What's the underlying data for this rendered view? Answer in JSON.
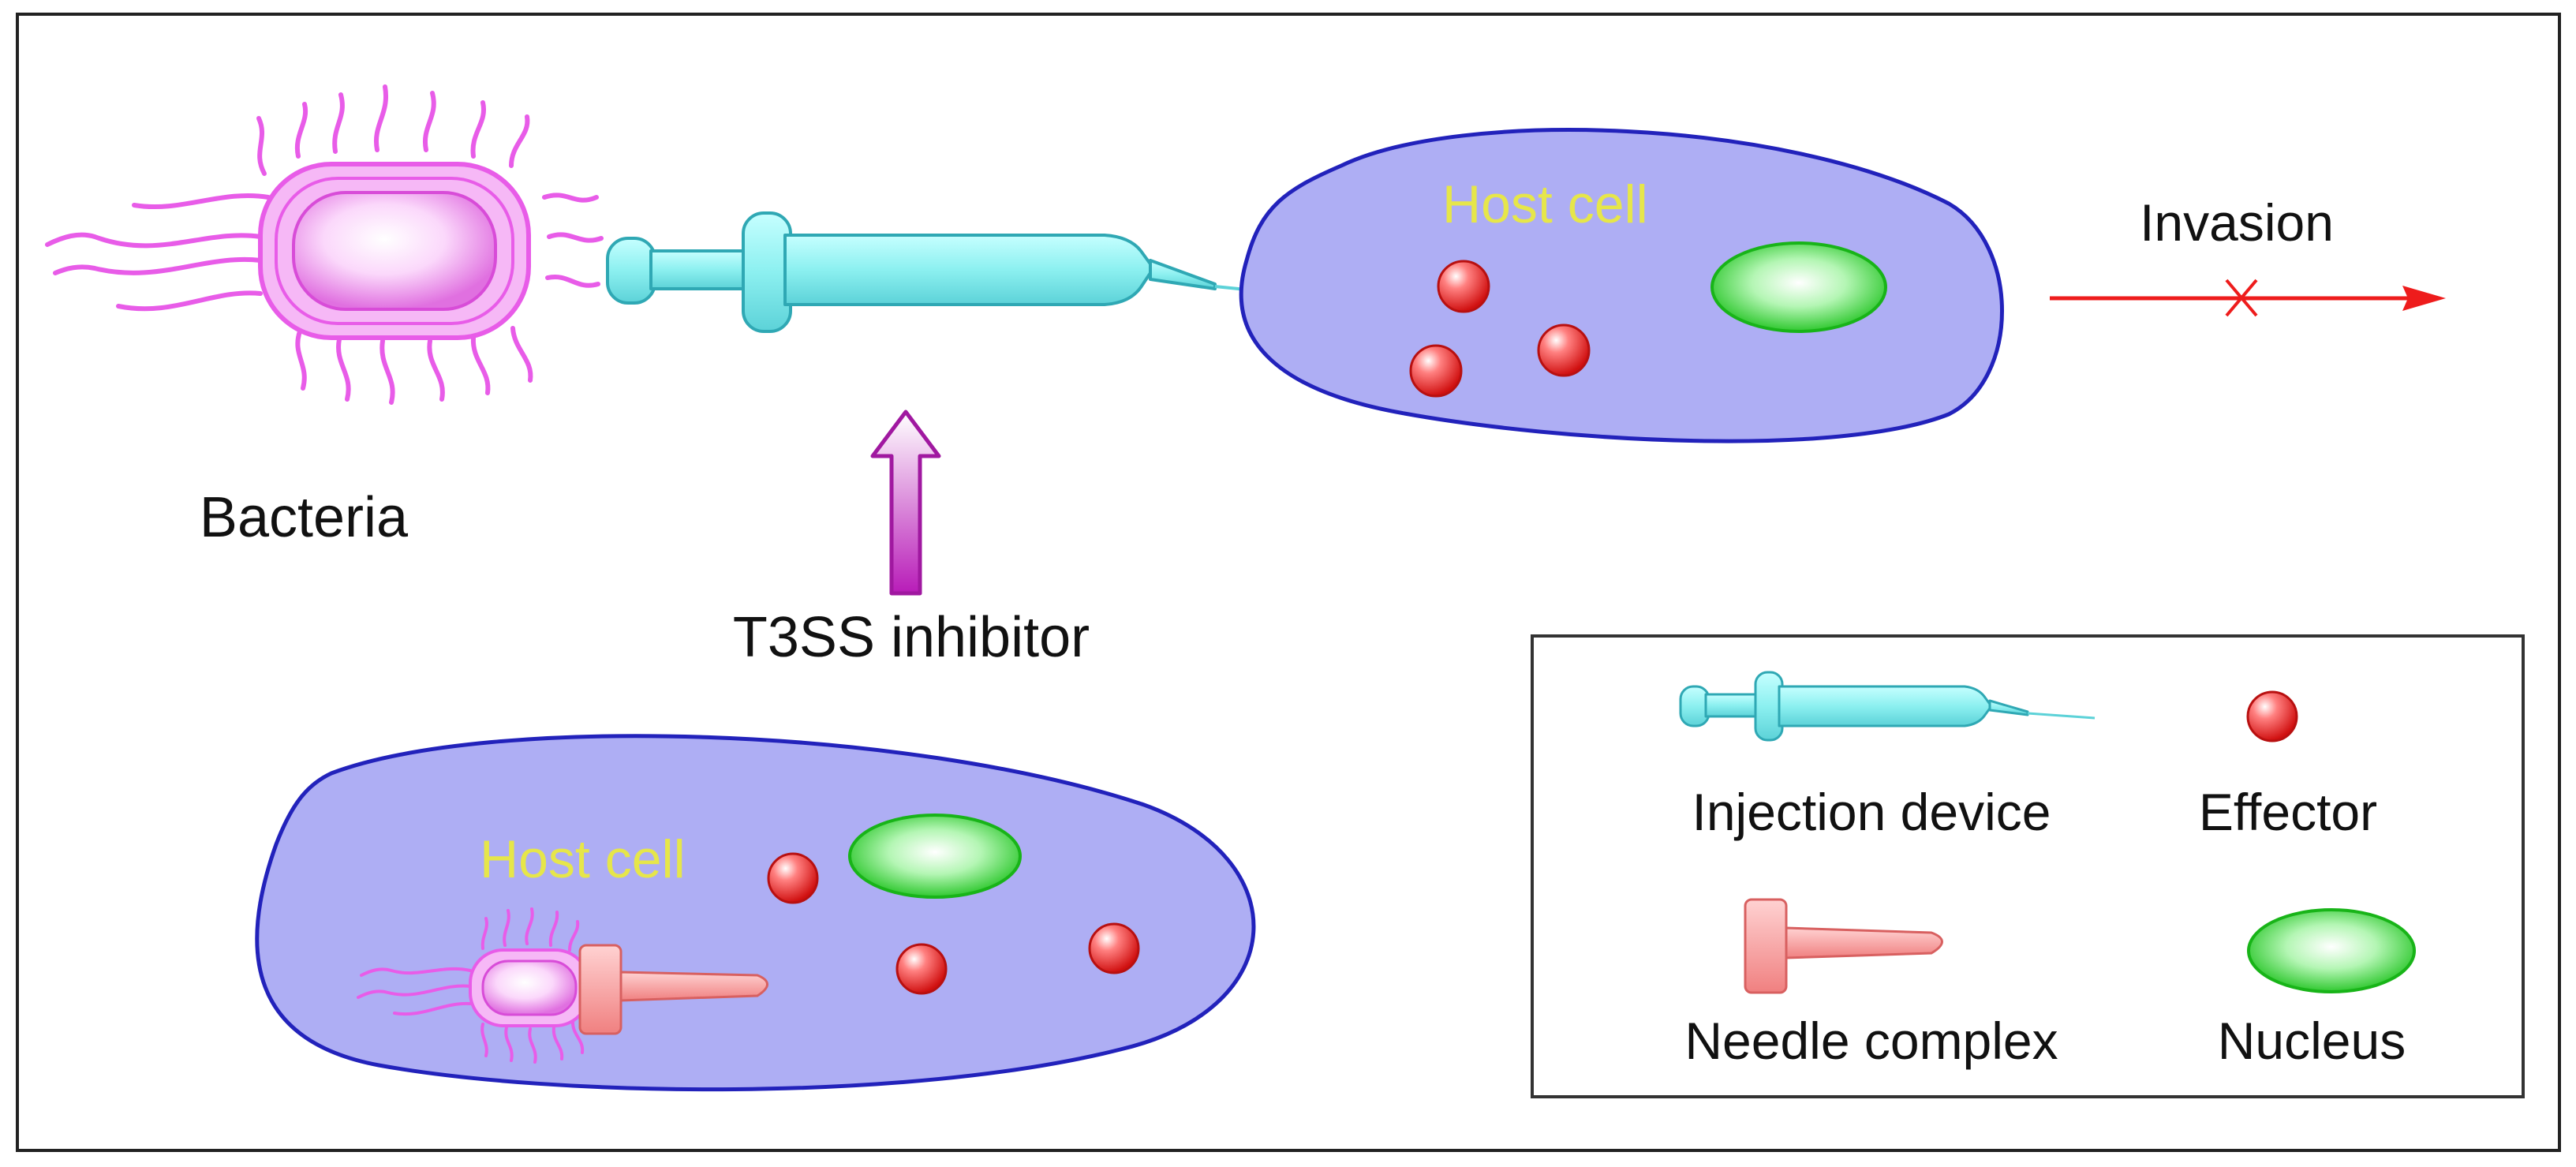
{
  "labels": {
    "bacteria": "Bacteria",
    "host_cell_top": "Host cell",
    "host_cell_bottom": "Host cell",
    "invasion": "Invasion",
    "inhibitor": "T3SS inhibitor"
  },
  "legend": {
    "injection_device": "Injection device",
    "effector": "Effector",
    "needle_complex": "Needle complex",
    "nucleus": "Nucleus"
  },
  "colors": {
    "cell_fill": "#aeaef4",
    "cell_stroke": "#2222bb",
    "host_label": "#e6e64a",
    "syringe": "#8af0f0",
    "bacteria": "#e85ce8",
    "nucleus": "#22cc22",
    "effector": "#e02020",
    "needle": "#f27f7f",
    "invasion_arrow": "#ee1c1c",
    "inhibitor_arrow": "#bb22bb"
  },
  "icons": [
    "bacteria-icon",
    "syringe-icon",
    "effector-icon",
    "nucleus-icon",
    "needle-complex-icon",
    "arrow-up-icon",
    "blocked-arrow-icon"
  ]
}
